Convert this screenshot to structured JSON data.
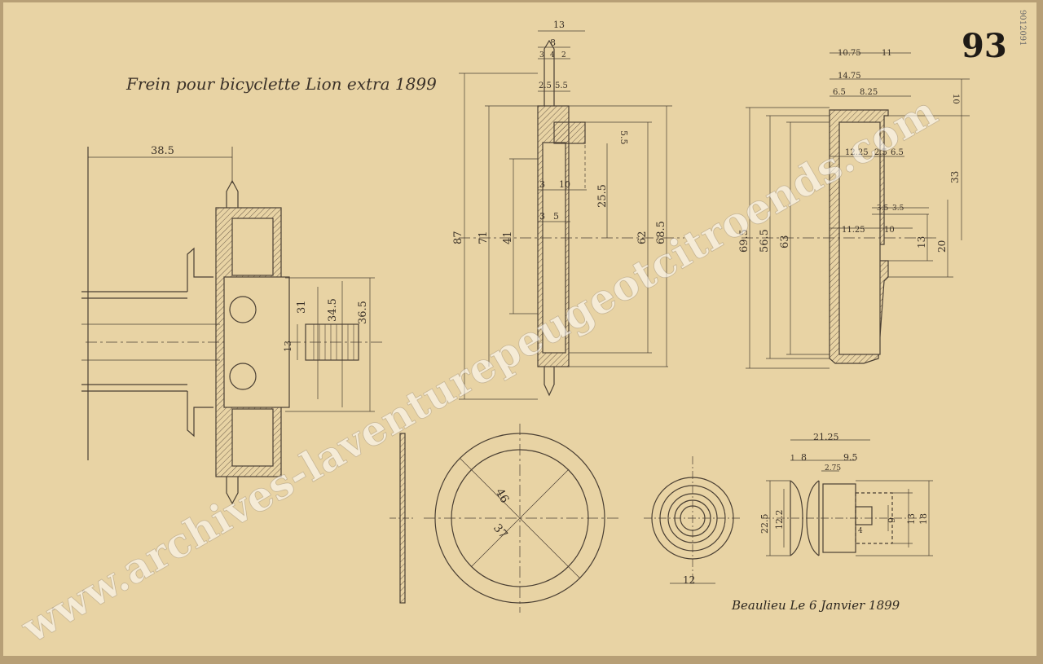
{
  "title": "Frein pour bicyclette Lion extra 1899",
  "sheet_number": "93",
  "stamp": "9012091",
  "signature": "Beaulieu Le 6 Janvier 1899",
  "watermark": "www.archives-laventurepeugeotcitroends.com",
  "colors": {
    "paper": "#e8d3a4",
    "ink": "#4a3f33",
    "hatch": "#6d5d4a"
  },
  "views": {
    "hub_section": {
      "dims": [
        "38.5",
        "31",
        "34.5",
        "36.5",
        "13"
      ]
    },
    "disc_side": {
      "dims": [
        "13",
        "8",
        "3",
        "4",
        "2",
        "2.5",
        "5.5",
        "3",
        "10",
        "5.5",
        "3",
        "5",
        "25.5",
        "87",
        "71",
        "41",
        "62",
        "68.5"
      ]
    },
    "drum_section": {
      "dims": [
        "10.75",
        "11",
        "14.75",
        "6.5",
        "8.25",
        "10",
        "12.25",
        "2.5",
        "6.5",
        "33",
        "3.5",
        "3.5",
        "11.25",
        "10",
        "13",
        "20",
        "69.5",
        "56.5",
        "63"
      ]
    },
    "ring_face": {
      "dims": [
        "46",
        "37"
      ]
    },
    "pulley_face": {
      "dims": [
        "12"
      ]
    },
    "pulley_side": {
      "dims": [
        "21.25",
        "1",
        "8",
        "9.5",
        "2.75",
        "22.5",
        "12.2",
        "9",
        "4",
        "13",
        "18"
      ]
    }
  }
}
